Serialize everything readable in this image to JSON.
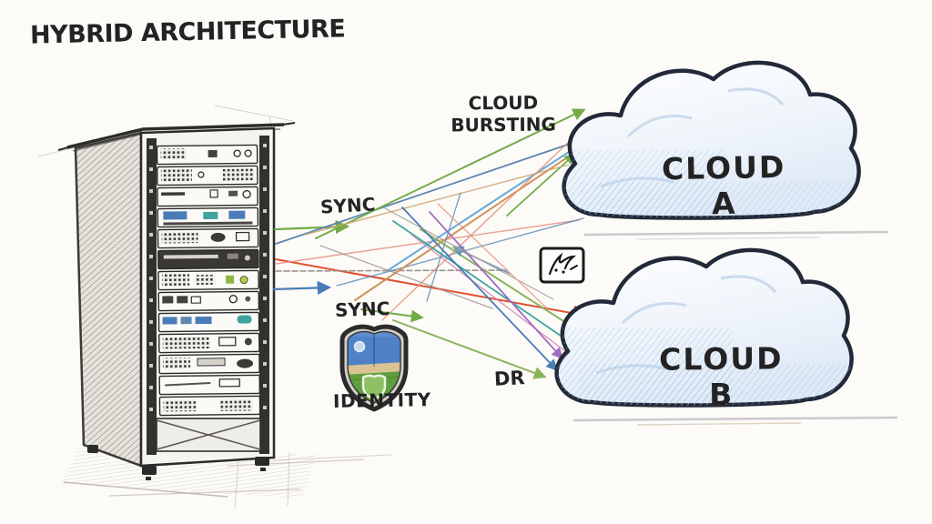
{
  "title": "HYBRID ARCHITECTURE",
  "nodes": {
    "cloud_a": "CLOUD A",
    "cloud_b": "CLOUD B"
  },
  "labels": {
    "cloud_bursting": "CLOUD BURSTING",
    "sync_top": "SYNC",
    "sync_bottom": "SYNC",
    "dr": "DR",
    "identity": "IDENTITY"
  },
  "icons": {
    "identity_shield_icon": "🛡",
    "burst_box_icon": "⚡"
  },
  "arrows": {
    "to_cloud_a_colors": [
      "#72ab48",
      "#68a8d8",
      "#cf9257",
      "#c9a06a",
      "#e5907e"
    ],
    "to_cloud_b_colors": [
      "#e2502f",
      "#8ab35c",
      "#3fa3a0",
      "#a06cc4",
      "#4a7cb8",
      "#d486b0"
    ],
    "from_rack_colors": [
      "#72ab48",
      "#5d87b0",
      "#e2502f",
      "#9b948c",
      "#4a7cb8"
    ]
  },
  "colors": {
    "ink": "#1f2430",
    "pencil": "#4a4a48",
    "cloud-line": "#222938",
    "cloud-fill": "#eef4fa",
    "cloud-hatch": "#9fc0e2",
    "green": "#72ab48",
    "lime": "#8ab35c",
    "steel": "#5d87b0",
    "sky": "#68a8d8",
    "blue": "#4a7cb8",
    "teal": "#3fa3a0",
    "red": "#e2502f",
    "salmon": "#e5907e",
    "orange": "#cf9257",
    "tan": "#c9a06a",
    "purple": "#a06cc4",
    "pink": "#d486b0",
    "gray": "#9b948c",
    "shield-blue": "#4f81c7",
    "shield-green": "#5f9e3e",
    "shield-tan": "#d9c394"
  }
}
